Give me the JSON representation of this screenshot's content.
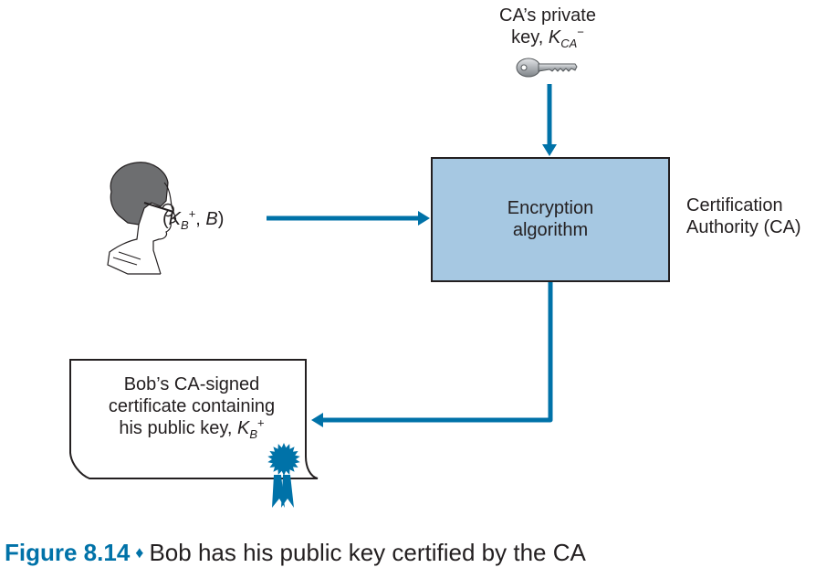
{
  "figure": {
    "key": {
      "icon": "key-icon",
      "label_line1": "CA’s private",
      "label_prefix": "key, ",
      "symbol": "K",
      "subscript": "CA",
      "superscript": "−"
    },
    "sender": {
      "icon": "person-head-icon",
      "open_paren": "(",
      "symbol": "K",
      "subscript": "B",
      "superscript": "+",
      "rest": ", ",
      "second": "B",
      "close_paren": ")"
    },
    "process_box": {
      "line1": "Encryption",
      "line2": "algorithm"
    },
    "ca_label": {
      "line1": "Certification",
      "line2": "Authority (CA)"
    },
    "certificate": {
      "icon": "certificate-ribbon-icon",
      "line1": "Bob’s CA-signed",
      "line2": "certificate containing",
      "line3_prefix": "his public key, ",
      "symbol": "K",
      "subscript": "B",
      "superscript": "+"
    },
    "colors": {
      "arrow": "#0072a8",
      "box_fill": "#a6c8e2",
      "outline": "#231f20",
      "ribbon": "#0072a8",
      "hair": "#6d6e70",
      "key_metal": "#b8bcc0"
    }
  },
  "caption": {
    "figure_label": "Figure 8.14",
    "separator": "♦",
    "text": "Bob has his public key certified by the CA"
  }
}
